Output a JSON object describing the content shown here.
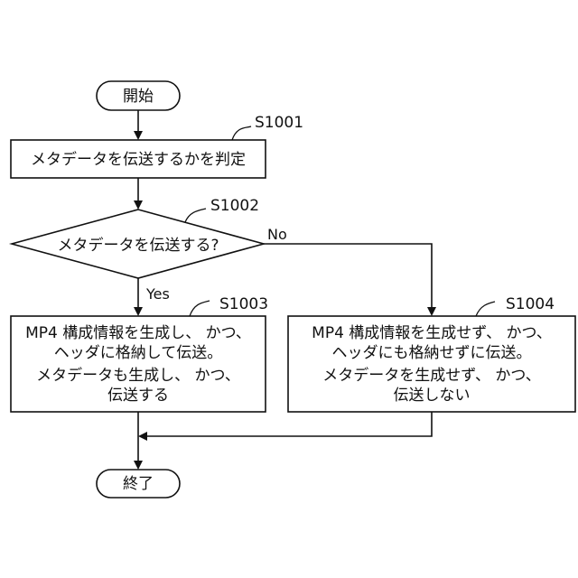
{
  "nodes": {
    "start": {
      "label": "開始"
    },
    "judge": {
      "label": "メタデータを伝送するかを判定",
      "step": "S1001"
    },
    "decision": {
      "label": "メタデータを伝送する?",
      "step": "S1002"
    },
    "yes_process": {
      "lines": [
        "MP4 構成情報を生成し、 かつ、",
        "ヘッダに格納して伝送。",
        "メタデータも生成し、 かつ、",
        "伝送する"
      ],
      "step": "S1003"
    },
    "no_process": {
      "lines": [
        "MP4 構成情報を生成せず、 かつ、",
        "ヘッダにも格納せずに伝送。",
        "メタデータを生成せず、 かつ、",
        "伝送しない"
      ],
      "step": "S1004"
    },
    "end": {
      "label": "終了"
    }
  },
  "branches": {
    "yes": "Yes",
    "no": "No"
  }
}
